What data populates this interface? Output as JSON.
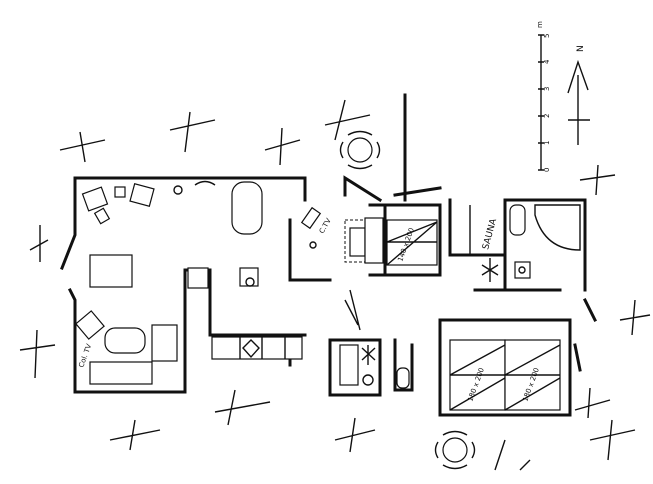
{
  "plan": {
    "labels": {
      "sauna": "SAUNA",
      "bed_small": "140 x 200",
      "bed_large_1": "180 x 200",
      "bed_large_2": "180 x 200",
      "tv_bedroom": "C.TV",
      "tv_living": "Col. TV"
    },
    "scale": {
      "unit": "m",
      "ticks": [
        "0",
        "1",
        "2",
        "3",
        "4",
        "5"
      ]
    },
    "north": "N"
  }
}
